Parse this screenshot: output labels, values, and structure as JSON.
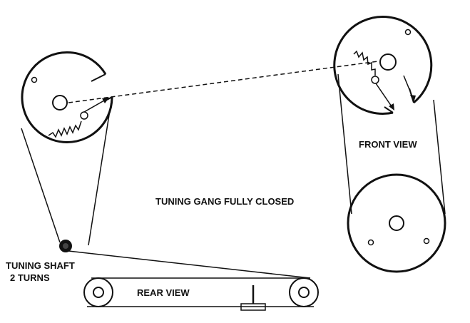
{
  "labels": {
    "center_caption": "TUNING GANG FULLY CLOSED",
    "front_view": "FRONT VIEW",
    "rear_view": "REAR VIEW",
    "tuning_shaft_line1": "TUNING SHAFT",
    "tuning_shaft_line2": "2 TURNS"
  },
  "colors": {
    "ink": "#111111",
    "background": "#ffffff"
  }
}
